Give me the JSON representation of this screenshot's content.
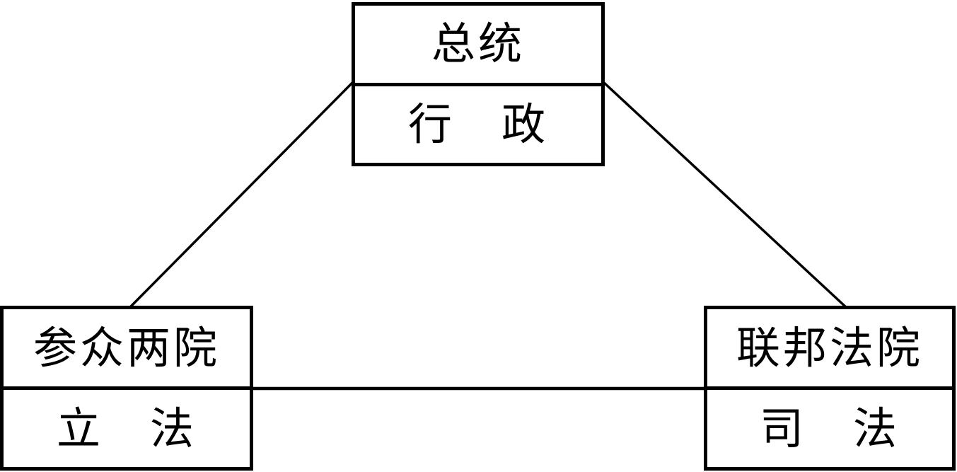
{
  "diagram": {
    "description": "Separation of powers triangle diagram (US government branches)",
    "colors": {
      "background": "#ffffff",
      "line": "#000000",
      "text": "#000000"
    },
    "nodes": {
      "executive": {
        "institution": "总统",
        "branch": "行　政"
      },
      "legislative": {
        "institution": "参众两院",
        "branch": "立　法"
      },
      "judicial": {
        "institution": "联邦法院",
        "branch": "司　法"
      }
    },
    "edges": [
      {
        "from": "executive",
        "to": "legislative"
      },
      {
        "from": "executive",
        "to": "judicial"
      },
      {
        "from": "legislative",
        "to": "judicial"
      }
    ]
  }
}
